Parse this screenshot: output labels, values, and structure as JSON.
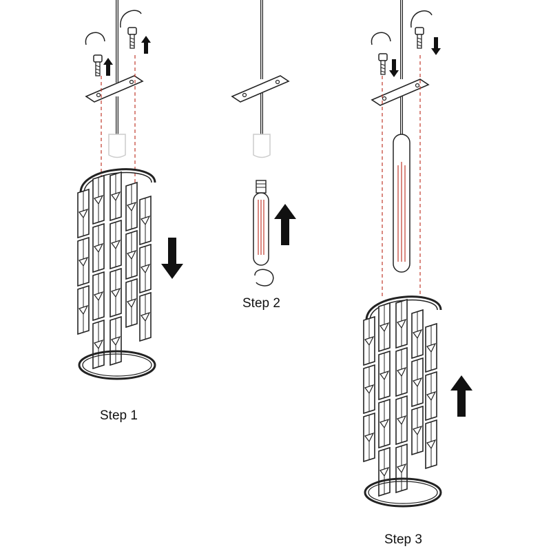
{
  "steps": [
    {
      "label": "Step 1"
    },
    {
      "label": "Step 2"
    },
    {
      "label": "Step 3"
    }
  ],
  "colors": {
    "line": "#222222",
    "guide": "#c0392b",
    "filament": "#c0392b",
    "arrow": "#111111",
    "background": "#ffffff"
  }
}
